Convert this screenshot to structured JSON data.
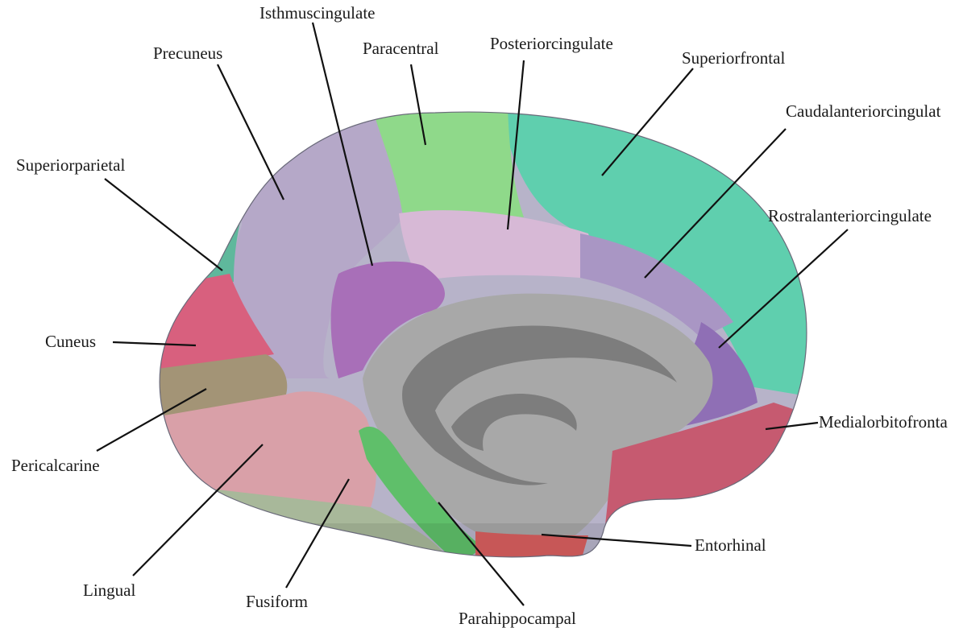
{
  "labels": {
    "isthmuscingulate": "Isthmuscingulate",
    "precuneus": "Precuneus",
    "paracentral": "Paracentral",
    "posteriorcingulate": "Posteriorcingulate",
    "superiorfrontal": "Superiorfrontal",
    "caudalanteriorcingulate": "Caudalanteriorcingulat",
    "superiorparietal": "Superiorparietal",
    "rostralanteriorcingulate": "Rostralanteriorcingulate",
    "cuneus": "Cuneus",
    "medialorbitofrontal": "Medialorbitofronta",
    "pericalcarine": "Pericalcarine",
    "entorhinal": "Entorhinal",
    "lingual": "Lingual",
    "fusiform": "Fusiform",
    "parahippocampal": "Parahippocampal"
  },
  "region_colors": {
    "superiorfrontal": "#5fcfae",
    "paracentral": "#8fd98a",
    "precuneus": "#b5a8c8",
    "posteriorcingulate": "#d7b9d6",
    "isthmuscingulate": "#a86fb8",
    "caudalanteriorcingulate": "#a996c4",
    "rostralanteriorcingulate": "#8f6fb5",
    "medialorbitofrontal": "#c65a70",
    "cuneus": "#d8607e",
    "pericalcarine": "#a39476",
    "lingual": "#d9a0a8",
    "fusiform": "#a8b89a",
    "parahippocampal": "#5fbf6a",
    "entorhinal": "#d85f5f",
    "medial_wall": "#a8a8a8"
  }
}
